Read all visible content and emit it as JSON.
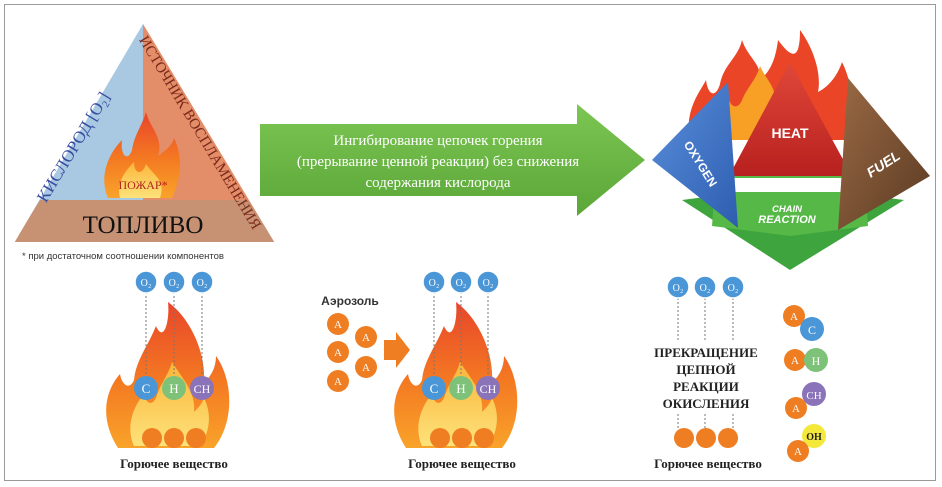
{
  "fire_triangle": {
    "left_side": "КИСЛОРОД [O₂]",
    "right_side": "ИСТОЧНИК ВОСПЛАМЕНЕНИЯ",
    "center": "ПОЖАР*",
    "base": "ТОПЛИВО",
    "footnote": "* при достаточном соотношении компонентов"
  },
  "arrow_text": {
    "line1": "Ингибирование цепочек горения",
    "line2": "(прерывание ценной реакции) без снижения",
    "line3": "содержания кислорода"
  },
  "tetrahedron": {
    "oxygen": "OXYGEN",
    "heat": "HEAT",
    "fuel": "FUEL",
    "chain1": "CHAIN",
    "chain2": "REACTION"
  },
  "oxygen_symbol": "O₂",
  "radicals": {
    "c": "C",
    "h": "H",
    "ch": "CH",
    "oh": "OH"
  },
  "aerosol": {
    "label": "Аэрозоль",
    "particle": "A"
  },
  "termination": {
    "line1": "ПРЕКРАЩЕНИЕ",
    "line2": "ЦЕПНОЙ",
    "line3": "РЕАКЦИИ",
    "line4": "ОКИСЛЕНИЯ"
  },
  "fuel_caption": "Горючее вещество",
  "colors": {
    "arrow_green": "#6dbb45",
    "blue": "#4a96d6",
    "orange": "#ef7d22",
    "green_node": "#7ec27a",
    "purple": "#8a73b8",
    "yellow": "#f4e83a",
    "triangle_left": "#a8c8e2",
    "triangle_right": "#e58d69",
    "triangle_base": "#c69171"
  }
}
